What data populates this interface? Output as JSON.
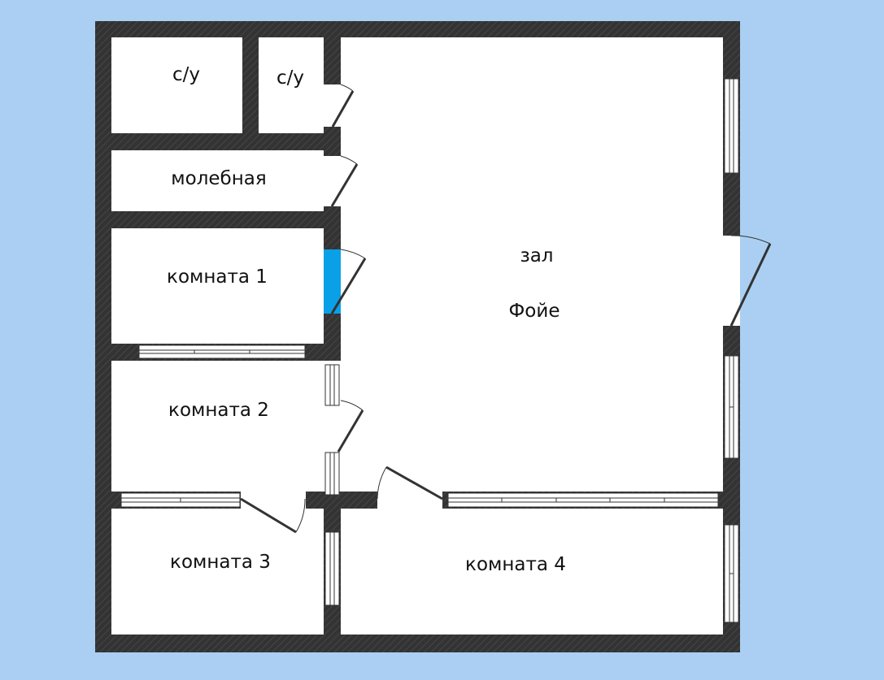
{
  "colors": {
    "background": "#aacff2",
    "wall": "#333333",
    "floor": "#ffffff",
    "highlight_door": "#0aa0e8"
  },
  "rooms": {
    "wc1": "с/у",
    "wc2": "с/у",
    "prayer": "молебная",
    "room1": "комната 1",
    "room2": "комната 2",
    "room3": "комната 3",
    "room4": "комната 4",
    "hall": "зал",
    "foyer": "Фойе"
  }
}
